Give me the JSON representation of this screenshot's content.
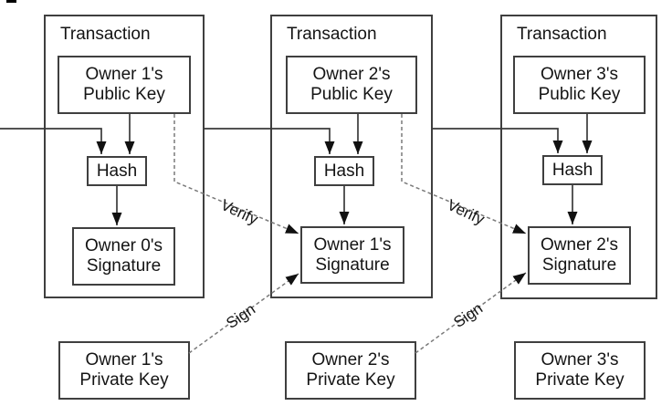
{
  "diagram": {
    "transactions": [
      {
        "title": "Transaction",
        "public_key": {
          "line1": "Owner 1's",
          "line2": "Public Key"
        },
        "hash_label": "Hash",
        "signature": {
          "line1": "Owner 0's",
          "line2": "Signature"
        }
      },
      {
        "title": "Transaction",
        "public_key": {
          "line1": "Owner 2's",
          "line2": "Public Key"
        },
        "hash_label": "Hash",
        "signature": {
          "line1": "Owner 1's",
          "line2": "Signature"
        }
      },
      {
        "title": "Transaction",
        "public_key": {
          "line1": "Owner 3's",
          "line2": "Public Key"
        },
        "hash_label": "Hash",
        "signature": {
          "line1": "Owner 2's",
          "line2": "Signature"
        }
      }
    ],
    "private_keys": [
      {
        "line1": "Owner 1's",
        "line2": "Private Key"
      },
      {
        "line1": "Owner 2's",
        "line2": "Private Key"
      },
      {
        "line1": "Owner 3's",
        "line2": "Private Key"
      }
    ],
    "edge_labels": {
      "verify": "Verify",
      "sign": "Sign"
    },
    "colors": {
      "line": "#3a3a3a",
      "dashed_line": "#7a7a7a",
      "arrowhead": "#111111",
      "text": "#141414",
      "background": "#ffffff"
    }
  }
}
